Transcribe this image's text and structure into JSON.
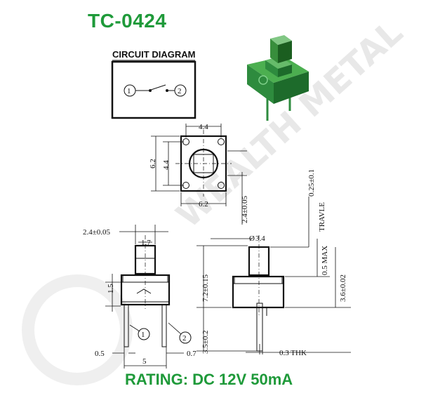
{
  "title": "TC-0424",
  "circuit_diagram_label": "CIRCUIT DIAGRAM",
  "rating": "RATING: DC 12V 50mA",
  "watermark": "WEALTH METAL",
  "circuit": {
    "pin1": "1",
    "pin2": "2"
  },
  "top_view": {
    "width_top": "4.4",
    "width_bottom": "6.2",
    "height_outer": "6.2",
    "height_inner": "4.4"
  },
  "front_view": {
    "pin_spacing_top": "2.4±0.05",
    "actuator_width": "1.7",
    "body_height": "1.5",
    "pin_left": "0.5",
    "pin_right": "0.7",
    "pin_pitch": "5",
    "callout1": "1",
    "callout2": "2"
  },
  "side_view": {
    "top_dim": "2.4±0.05",
    "travel": "0.25±0.1",
    "travel_label": "TRAVLE",
    "diameter": "3.4",
    "max": "0.5 MAX",
    "total_height": "7.2±0.15",
    "right_height": "3.6±0.02",
    "pin_length": "3.5±0.2",
    "thickness": "0.3 THK"
  },
  "colors": {
    "title": "#1f9a3a",
    "rating": "#1f9a3a",
    "switch_body": "#2e8b3e",
    "switch_dark": "#1d6b2b"
  }
}
